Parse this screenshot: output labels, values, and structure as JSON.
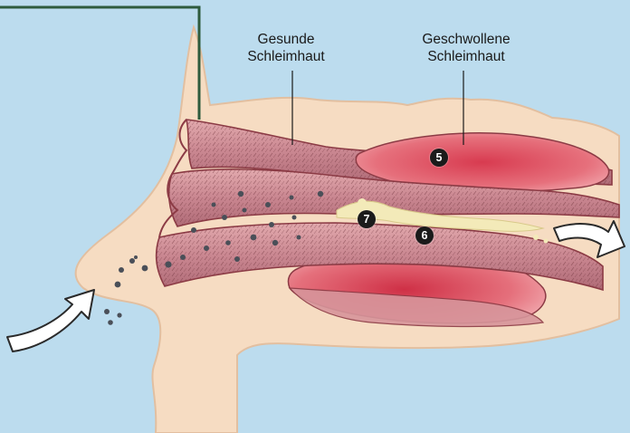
{
  "labels": {
    "healthy_mucosa": {
      "line1": "Gesunde",
      "line2": "Schleimhaut"
    },
    "swollen_mucosa": {
      "line1": "Geschwollene",
      "line2": "Schleimhaut"
    }
  },
  "markers": {
    "m5": "5",
    "m6": "6",
    "m7": "7"
  },
  "colors": {
    "background": "#bcdcee",
    "skin": "#f6dcc2",
    "skin_edge": "#e2bfa0",
    "tissue": "#cf8f95",
    "tissue_dark": "#8c3b45",
    "swollen": "#d9505f",
    "particles": "#4a4f58",
    "mucus": "#f3eab9",
    "frame_line": "#2e5b3d"
  },
  "icons": [
    "inflow-arrow-icon",
    "outflow-arrow-icon"
  ]
}
